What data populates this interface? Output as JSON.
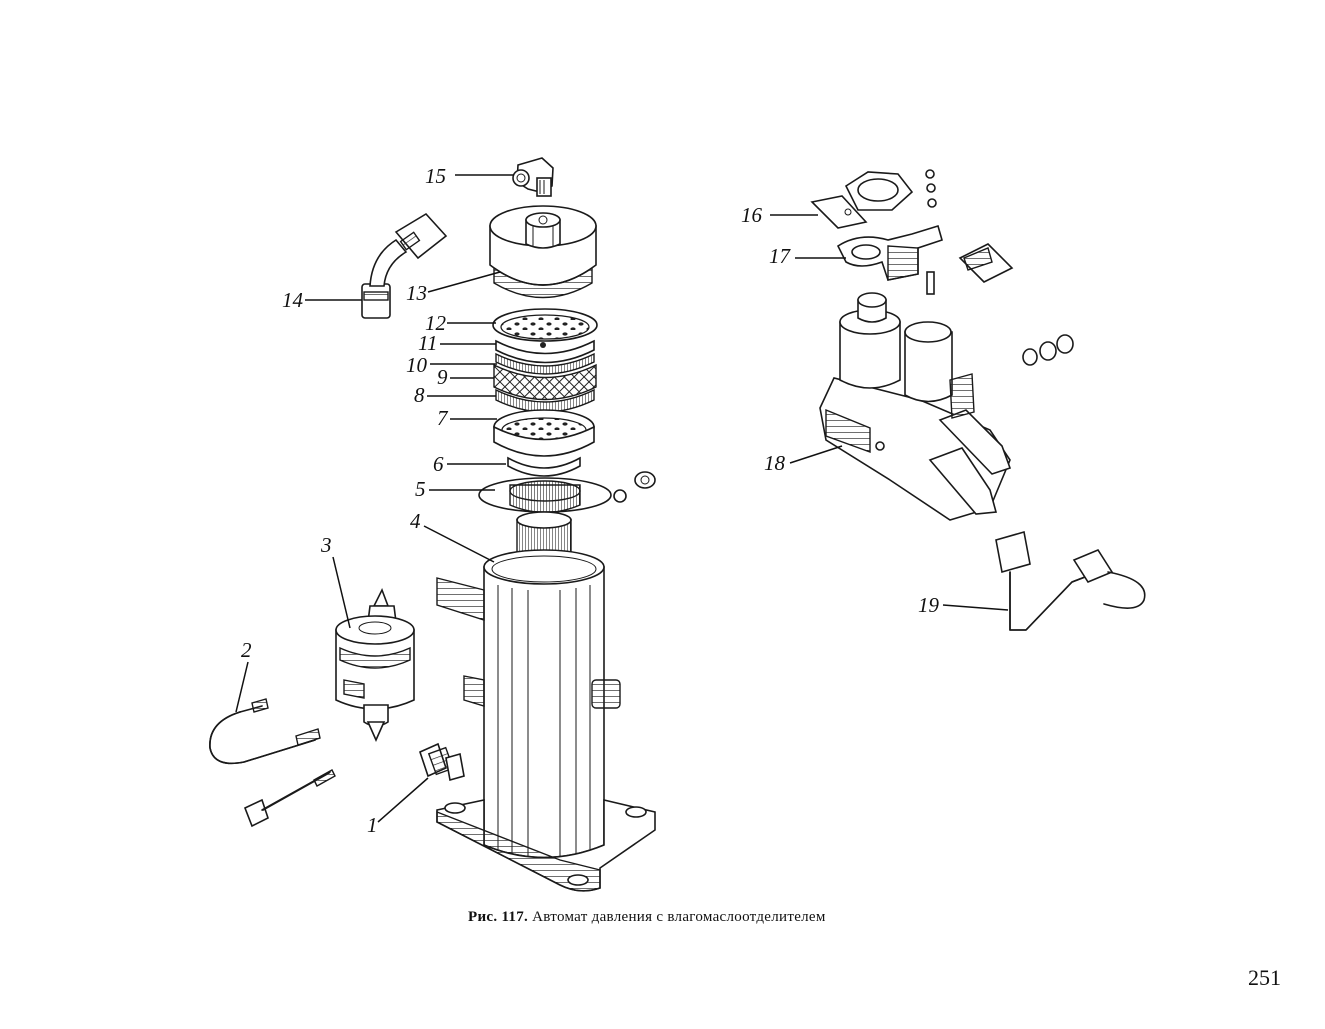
{
  "figure": {
    "caption_prefix": "Рис. 117.",
    "caption_text": "Автомат давления с влагомаслоотделителем"
  },
  "page_number": "251",
  "callouts": [
    "1",
    "2",
    "3",
    "4",
    "5",
    "6",
    "7",
    "8",
    "9",
    "10",
    "11",
    "12",
    "13",
    "14",
    "15",
    "16",
    "17",
    "18",
    "19"
  ],
  "colors": {
    "ink": "#1a1a1a",
    "paper": "#ffffff"
  }
}
